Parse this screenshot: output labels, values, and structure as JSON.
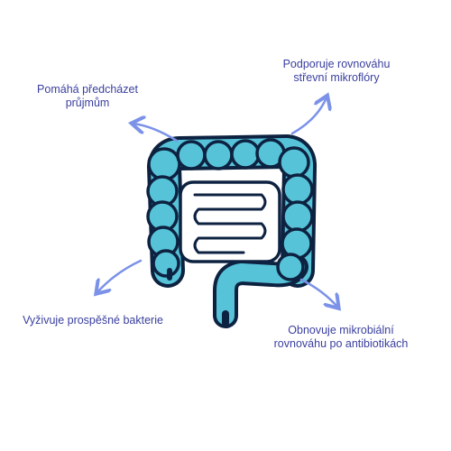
{
  "benefits": [
    {
      "id": "tl",
      "lines": [
        "Pomáhá předcházet",
        "průjmům"
      ]
    },
    {
      "id": "tr",
      "lines": [
        "Podporuje rovnováhu",
        "střevní mikroflóry"
      ]
    },
    {
      "id": "bl",
      "lines": [
        "Vyživuje prospěšné bakterie"
      ]
    },
    {
      "id": "br",
      "lines": [
        "Obnovuje mikrobiální",
        "rovnováhu po antibiotikách"
      ]
    }
  ],
  "colors": {
    "text": "#3a3f9e",
    "arrow": "#7b92e8",
    "organ_fill": "#56c3d9",
    "outline": "#0d2240"
  },
  "icons": {
    "center": "intestines-icon",
    "arrow": "curved-arrow-icon"
  }
}
